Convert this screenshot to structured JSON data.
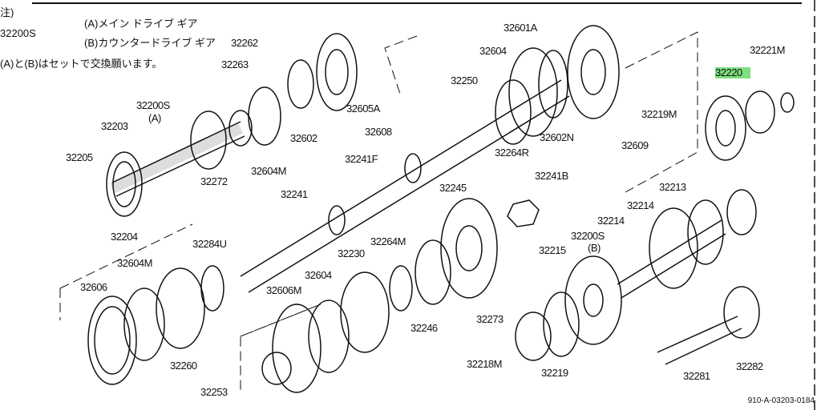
{
  "note": {
    "heading": "注)",
    "set_code": "32200S",
    "a_line": "(A)メイン ドライブ ギア",
    "b_line": "(B)カウンタードライブ ギア",
    "remark": "(A)と(B)はセットで交換願います。"
  },
  "labels": [
    "32262",
    "32263",
    "32200S",
    "(A)",
    "32203",
    "32205",
    "32204",
    "32602",
    "32608",
    "32605A",
    "32604M",
    "32272",
    "32241F",
    "32241",
    "32284U",
    "32604M",
    "32606",
    "32260",
    "32601A",
    "32604",
    "32250",
    "32264R",
    "32602N",
    "32609",
    "32221M",
    "32220",
    "32219M",
    "32241B",
    "32245",
    "32264M",
    "32230",
    "32604",
    "32606M",
    "32246",
    "32273",
    "32253",
    "32213",
    "32214",
    "32214",
    "32200S",
    "(B)",
    "32215",
    "32218M",
    "32219",
    "32281",
    "32282"
  ],
  "highlighted_part": "32220",
  "highlight_color": "#7ee07e",
  "diagram_code": "910-A-03203-0184"
}
